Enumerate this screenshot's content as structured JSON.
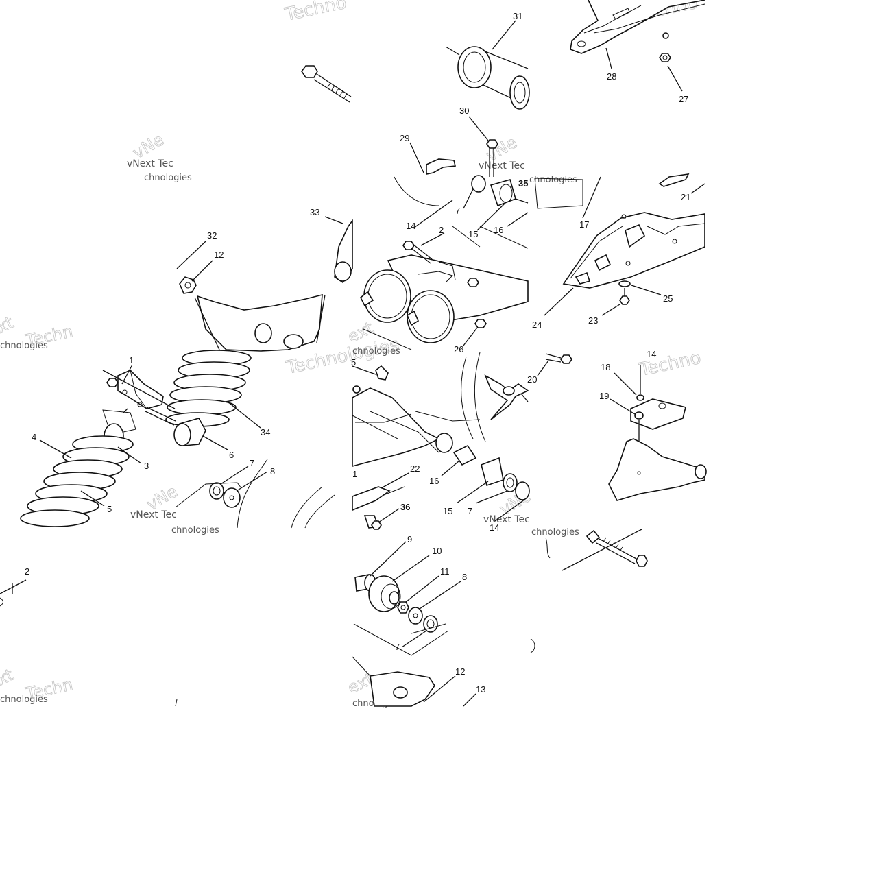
{
  "diagram": {
    "watermark": {
      "line1": "vNext",
      "line2": "Technologies",
      "fragments": [
        "Techno",
        "vNext Tec",
        "chnologies",
        "Technologies",
        "Techn",
        "xt",
        "ext",
        "vNe"
      ]
    },
    "callouts": {
      "c1": "1",
      "c2": "2",
      "c2b": "2",
      "c3": "3",
      "c4": "4",
      "c5": "5",
      "c6": "6",
      "c7a": "7",
      "c7b": "7",
      "c7c": "7",
      "c7d": "7",
      "c8a": "8",
      "c8b": "8",
      "c9": "9",
      "c10": "10",
      "c11": "11",
      "c12a": "12",
      "c12b": "12",
      "c13": "13",
      "c14a": "14",
      "c14b": "14",
      "c14c": "14",
      "c15a": "15",
      "c15b": "15",
      "c16a": "16",
      "c16b": "16",
      "c17": "17",
      "c18": "18",
      "c19": "19",
      "c20": "20",
      "c21": "21",
      "c22": "22",
      "c23": "23",
      "c24": "24",
      "c25": "25",
      "c26": "26",
      "c27": "27",
      "c28": "28",
      "c29": "29",
      "c30": "30",
      "c31": "31",
      "c32": "32",
      "c33": "33",
      "c34": "34",
      "c35": "35",
      "c36": "36"
    }
  }
}
